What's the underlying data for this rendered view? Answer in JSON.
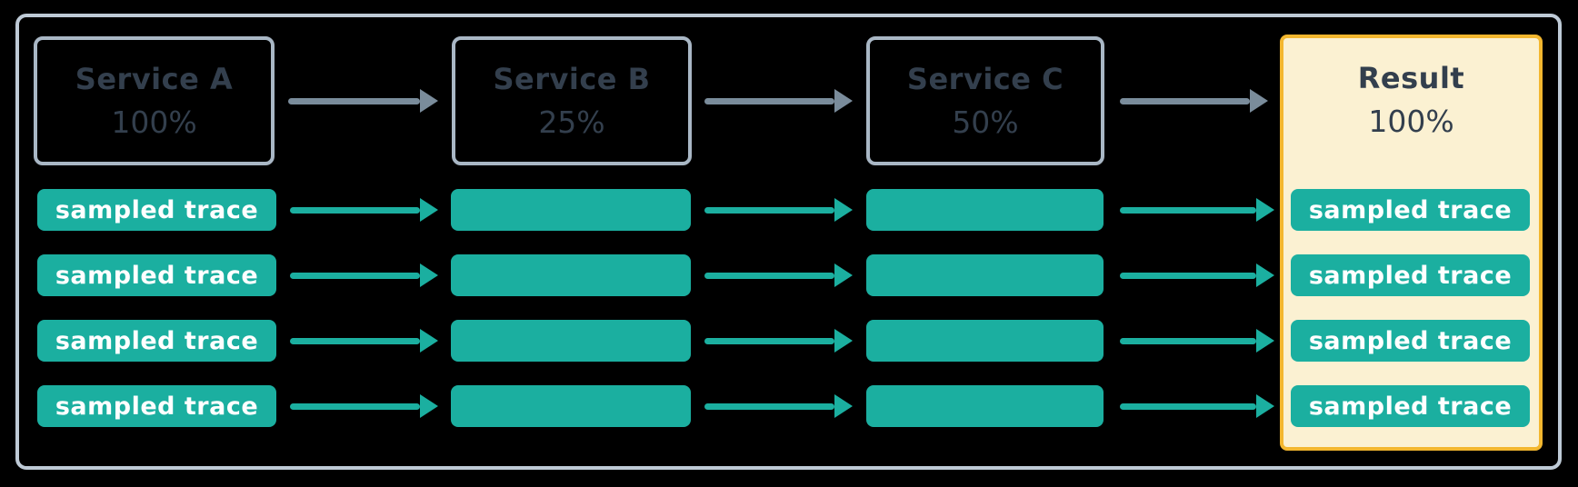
{
  "diagram": {
    "title_semantic": "trace sampling flow",
    "nodes": [
      {
        "name": "Service A",
        "rate": "100%"
      },
      {
        "name": "Service B",
        "rate": "25%"
      },
      {
        "name": "Service C",
        "rate": "50%"
      }
    ],
    "result": {
      "name": "Result",
      "rate": "100%"
    },
    "trace_label": "sampled trace",
    "rows": 4
  },
  "colors": {
    "teal": "#1BAFA0",
    "arrow_gray": "#7A8C9B",
    "box_border": "#A9B7C5",
    "frame_border": "#BECAD6",
    "result_border": "#F3B72F",
    "result_bg": "#FBF1D2",
    "text_dark": "#333F4D",
    "trace_text": "#FFFFFF",
    "background": "#000000"
  }
}
